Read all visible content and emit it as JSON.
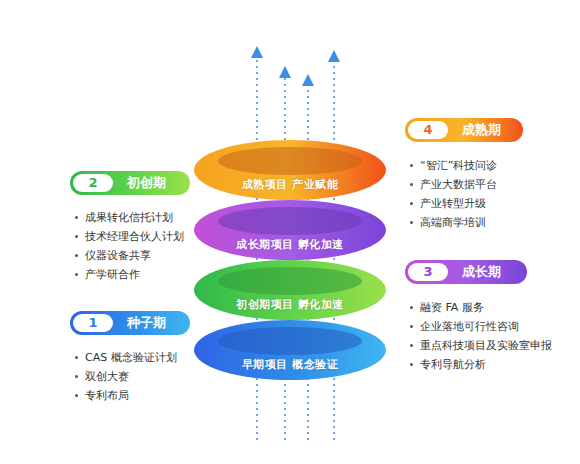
{
  "diagram": {
    "nodes": [
      {
        "text": [
          "成熟项目 产业赋能"
        ]
      },
      {
        "text": [
          "成长期项目 孵化加速"
        ]
      },
      {
        "text": [
          "初创期项目 孵化加速"
        ]
      },
      {
        "text": [
          "早期项目 概念验证"
        ]
      },
      {
        "text": [
          "4",
          "成熟期"
        ]
      },
      {
        "text": [
          "2",
          "初创期"
        ]
      },
      {
        "text": [
          "3",
          "成长期"
        ]
      },
      {
        "text": [
          "1",
          "种子期"
        ]
      }
    ],
    "labels": [
      "“智汇”科技问诊",
      "产业大数据平台",
      "产业转型升级",
      "高端商学培训",
      "成果转化信托计划",
      "技术经理合伙人计划",
      "仪器设备共享",
      "产学研合作",
      "融资 FA 服务",
      "企业落地可行性咨询",
      "重点科技项目及实验室申报",
      "专利导航分析",
      "CAS 概念验证计划",
      "双创大赛",
      "专利布局"
    ]
  }
}
